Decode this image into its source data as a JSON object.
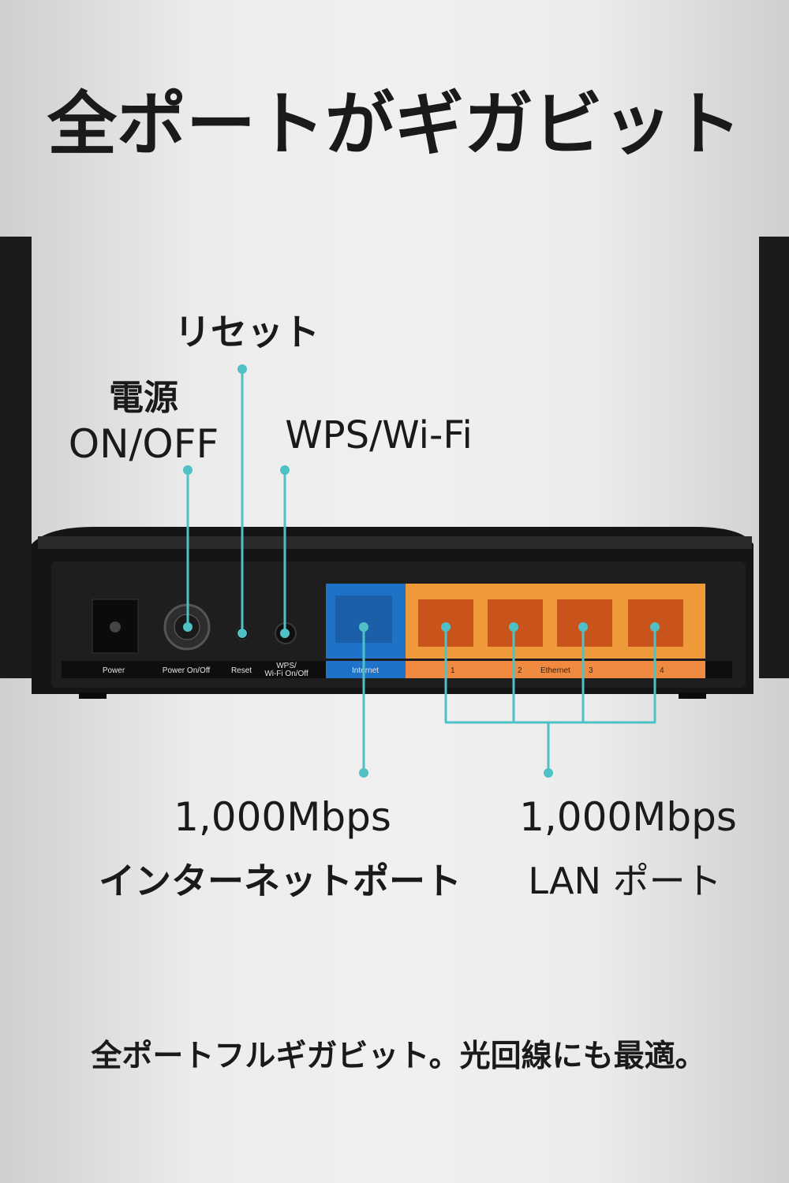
{
  "title": "全ポートがギガビット",
  "callouts": {
    "reset": "リセット",
    "power_line1": "電源",
    "power_line2": "ON/OFF",
    "wps": "WPS/Wi-Fi",
    "internet_speed": "1,000Mbps",
    "internet_label": "インターネットポート",
    "lan_speed": "1,000Mbps",
    "lan_label": "LAN ポート"
  },
  "router_labels": {
    "power": "Power",
    "power_onoff": "Power On/Off",
    "reset": "Reset",
    "wps_line1": "WPS/",
    "wps_line2": "Wi-Fi On/Off",
    "internet": "Internet",
    "port1": "1",
    "port2": "2",
    "ethernet": "Ethernet",
    "port3": "3",
    "port4": "4"
  },
  "footer": "全ポートフルギガビット。光回線にも最適。",
  "colors": {
    "callout_line": "#4fc1c6",
    "internet_port": "#1e72c8",
    "lan_port": "#ef9a3a"
  }
}
